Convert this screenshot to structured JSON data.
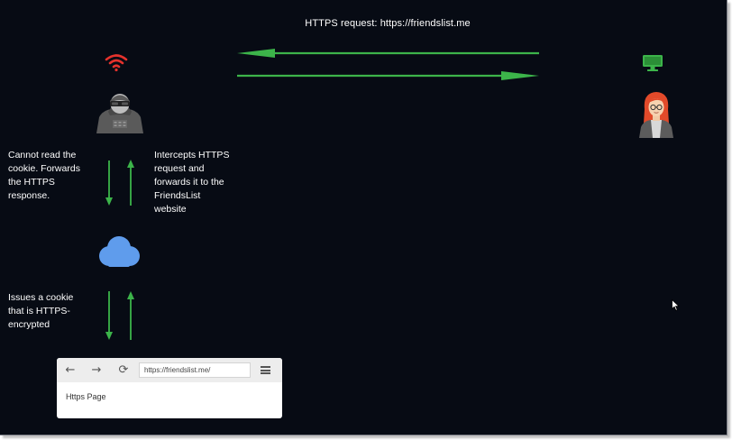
{
  "diagram": {
    "title": "HTTPS request: https://friendslist.me",
    "notes": {
      "cannot_read": "Cannot read the\ncookie. Forwards\nthe HTTPS\nresponse.",
      "intercepts": "Intercepts HTTPS\nrequest and\nforwards it to the\nFriendsList\nwebsite",
      "issues_cookie": "Issues a cookie\nthat is HTTPS-\nencrypted"
    },
    "colors": {
      "arrow": "#3cb44a",
      "wifi": "#e5322c",
      "cloud": "#5f9cec",
      "monitor": "#3cb44a",
      "background": "#070b14"
    },
    "icons": [
      "wifi-icon",
      "hacker-icon",
      "monitor-icon",
      "user-avatar-icon",
      "cloud-icon",
      "mouse-cursor-icon"
    ]
  },
  "browser": {
    "url": "https://friendslist.me/",
    "page_text": "Https Page",
    "back_icon": "←",
    "forward_icon": "→",
    "reload_icon": "⟳"
  }
}
